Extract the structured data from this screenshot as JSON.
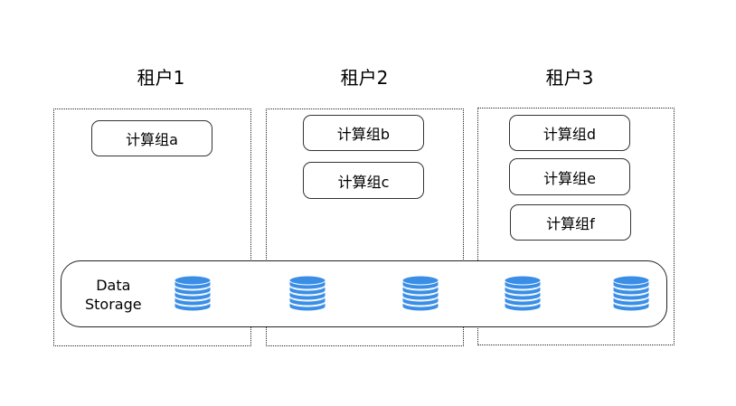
{
  "tenants": [
    {
      "title": "租户1",
      "groups": [
        "计算组a"
      ]
    },
    {
      "title": "租户2",
      "groups": [
        "计算组b",
        "计算组c"
      ]
    },
    {
      "title": "租户3",
      "groups": [
        "计算组d",
        "计算组e",
        "计算组f"
      ]
    }
  ],
  "storage": {
    "label_line1": "Data",
    "label_line2": "Storage",
    "icon_name": "database-icon",
    "icon_color": "#3a8ee6",
    "icon_count": 5
  }
}
